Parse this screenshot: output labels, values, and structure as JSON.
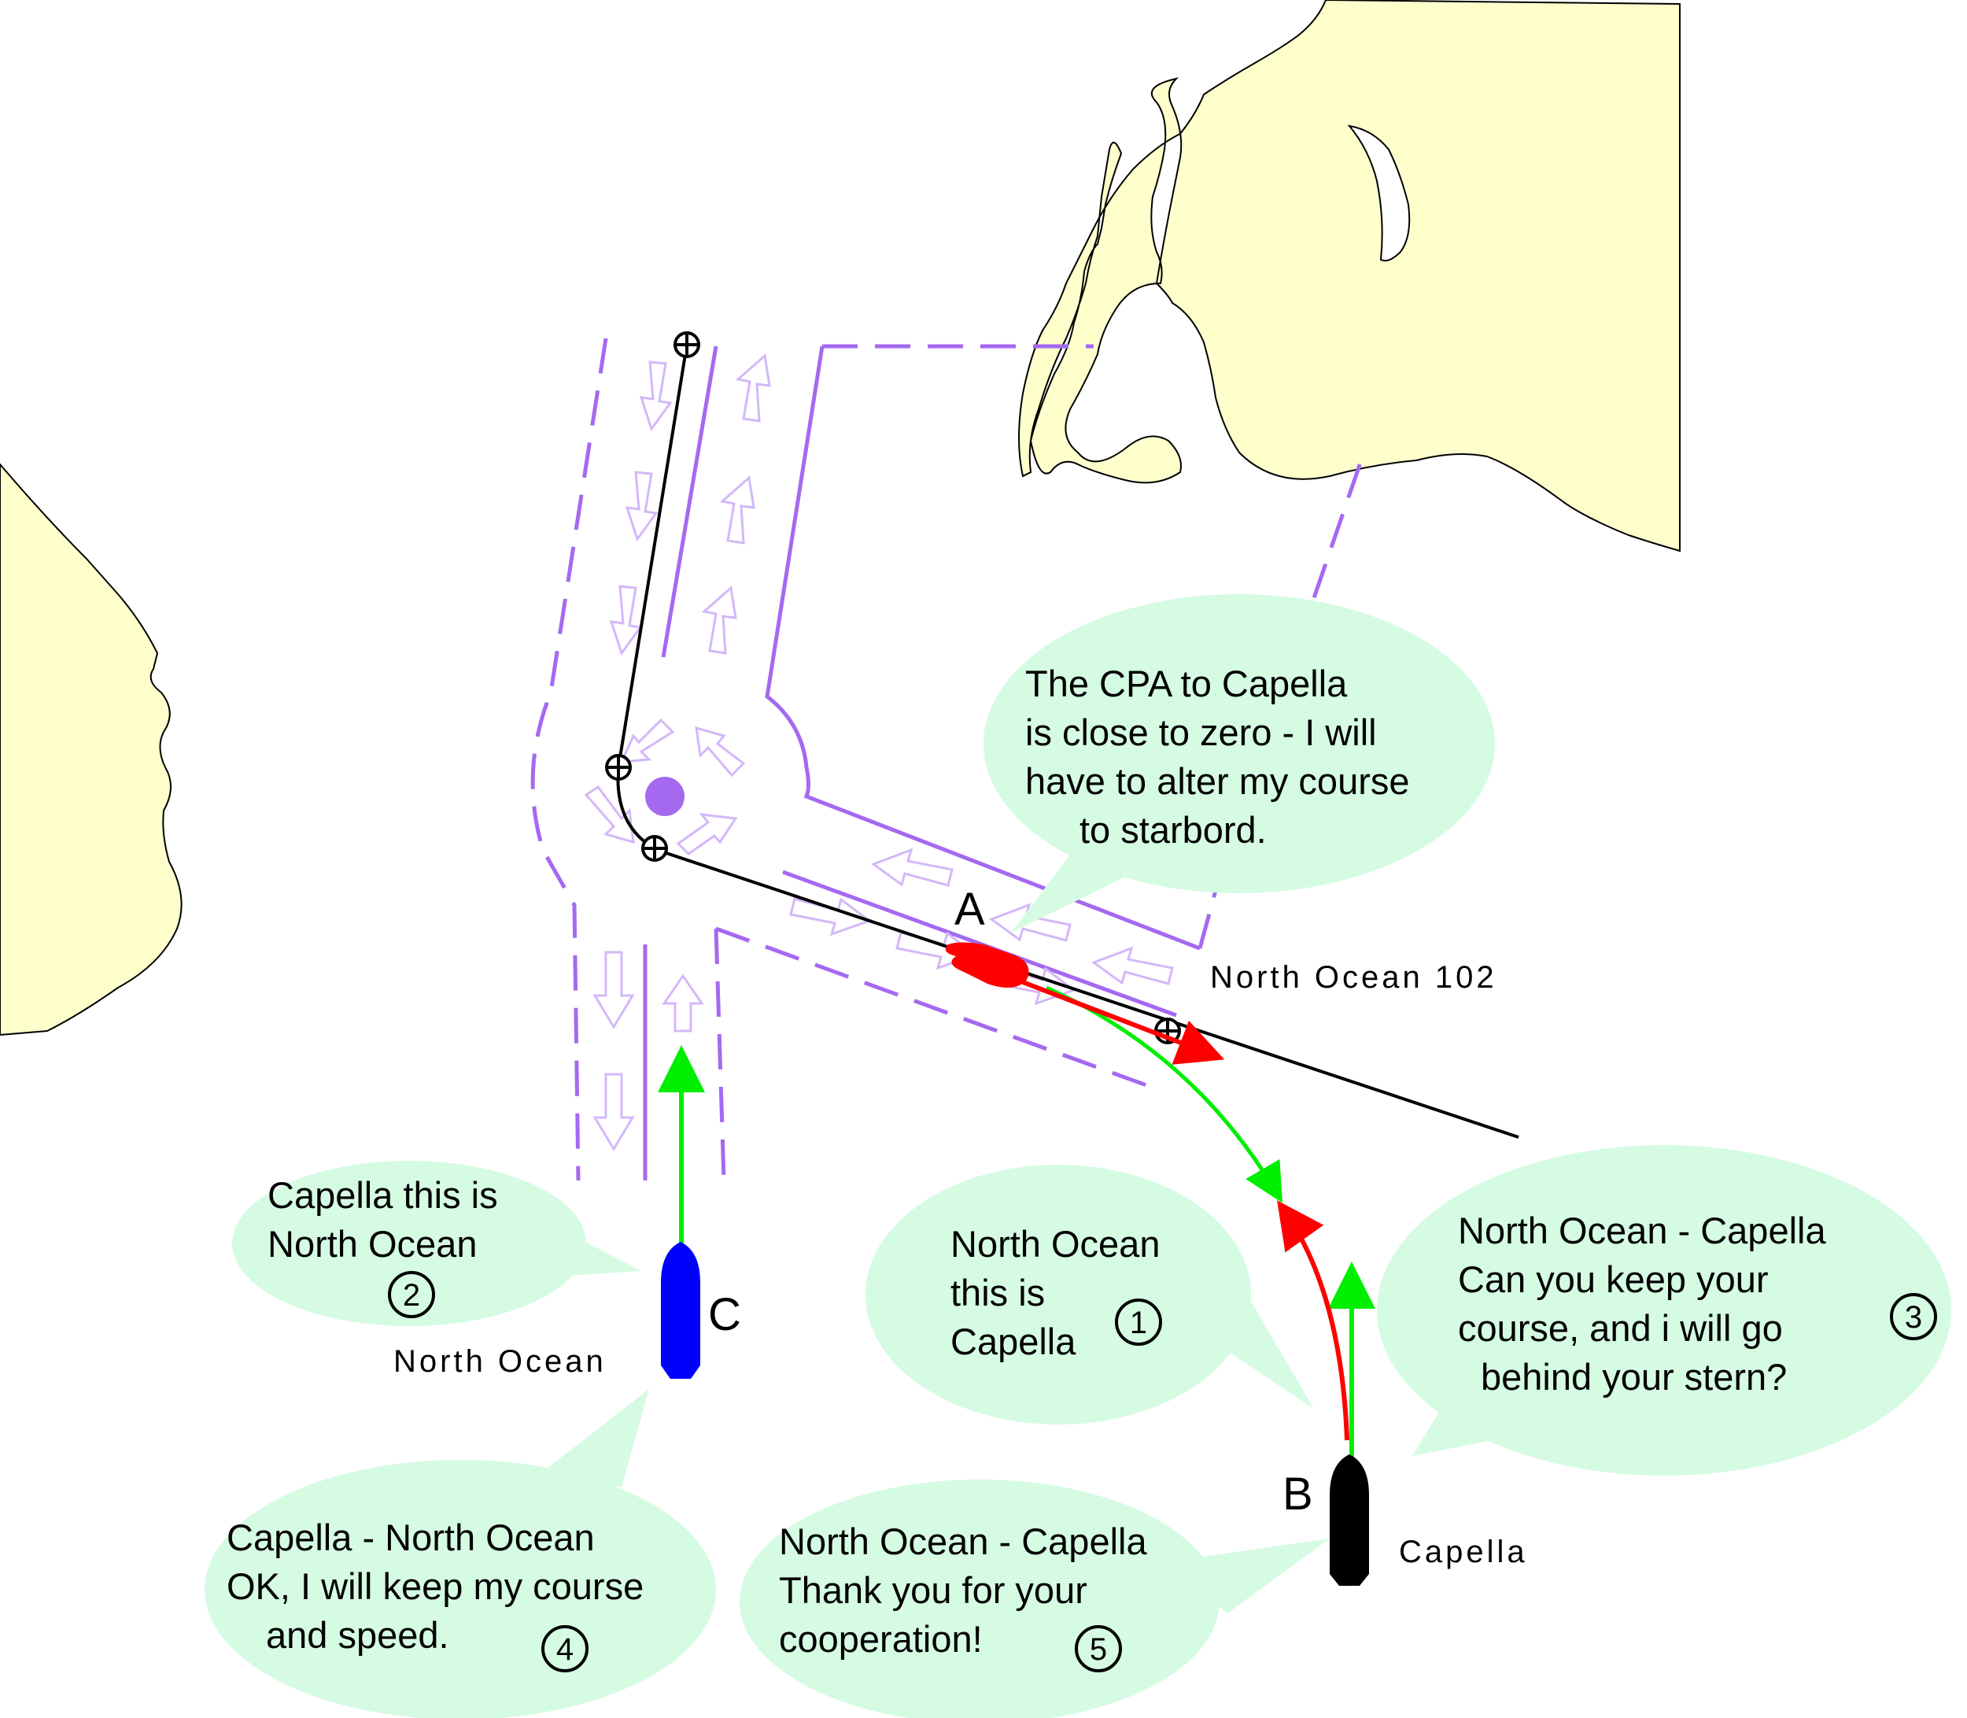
{
  "colors": {
    "land": "#ffffcc",
    "lane": "#a569f0",
    "lane_arrow": "#d4b8f8",
    "bubble": "#d6fbe3",
    "track": "#000000",
    "ship_a": "#ff0000",
    "ship_b": "#000000",
    "ship_c": "#0000ff",
    "vector_green": "#00ee00",
    "vector_red": "#ff0000",
    "buoy": "#a569f0"
  },
  "ships": {
    "a": {
      "letter": "A",
      "name": "North Ocean 102"
    },
    "b": {
      "letter": "B",
      "name": "Capella"
    },
    "c": {
      "letter": "C",
      "name": "North Ocean"
    }
  },
  "bubbles": {
    "cpa": {
      "lines": [
        "The CPA to Capella",
        "is close to zero - I will",
        "have to alter my course",
        "to starbord."
      ]
    },
    "msg1": {
      "lines": [
        "North Ocean",
        "this is",
        "Capella"
      ],
      "number": "1"
    },
    "msg2": {
      "lines": [
        "Capella this is",
        "North Ocean"
      ],
      "number": "2"
    },
    "msg3": {
      "lines": [
        "North Ocean - Capella",
        "Can you keep your",
        "course, and i will go",
        "behind your stern?"
      ],
      "number": "3"
    },
    "msg4": {
      "lines": [
        "Capella - North Ocean",
        "OK, I will keep my course",
        "and speed."
      ],
      "number": "4"
    },
    "msg5": {
      "lines": [
        "North Ocean - Capella",
        "Thank you for your",
        "cooperation!"
      ],
      "number": "5"
    }
  }
}
